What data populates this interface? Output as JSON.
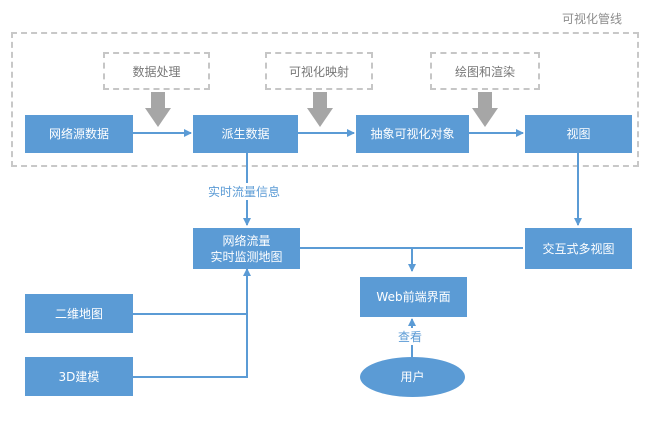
{
  "pipeline": {
    "title": "可视化管线",
    "steps": {
      "data_processing": "数据处理",
      "visual_mapping": "可视化映射",
      "rendering": "绘图和渲染"
    }
  },
  "nodes": {
    "network_source_data": "网络源数据",
    "derived_data": "派生数据",
    "abstract_visual_object": "抽象可视化对象",
    "view": "视图",
    "monitoring_map_line1": "网络流量",
    "monitoring_map_line2": "实时监测地图",
    "interactive_multiview": "交互式多视图",
    "web_frontend": "Web前端界面",
    "map_2d": "二维地图",
    "model_3d": "3D建模",
    "user": "用户"
  },
  "edge_labels": {
    "realtime_traffic": "实时流量信息",
    "view_action": "查看"
  },
  "colors": {
    "node_fill": "#5b9bd5",
    "connector": "#5b9bd5",
    "dashed_border": "#c8c8c8",
    "step_arrow": "#a6a6a6"
  }
}
